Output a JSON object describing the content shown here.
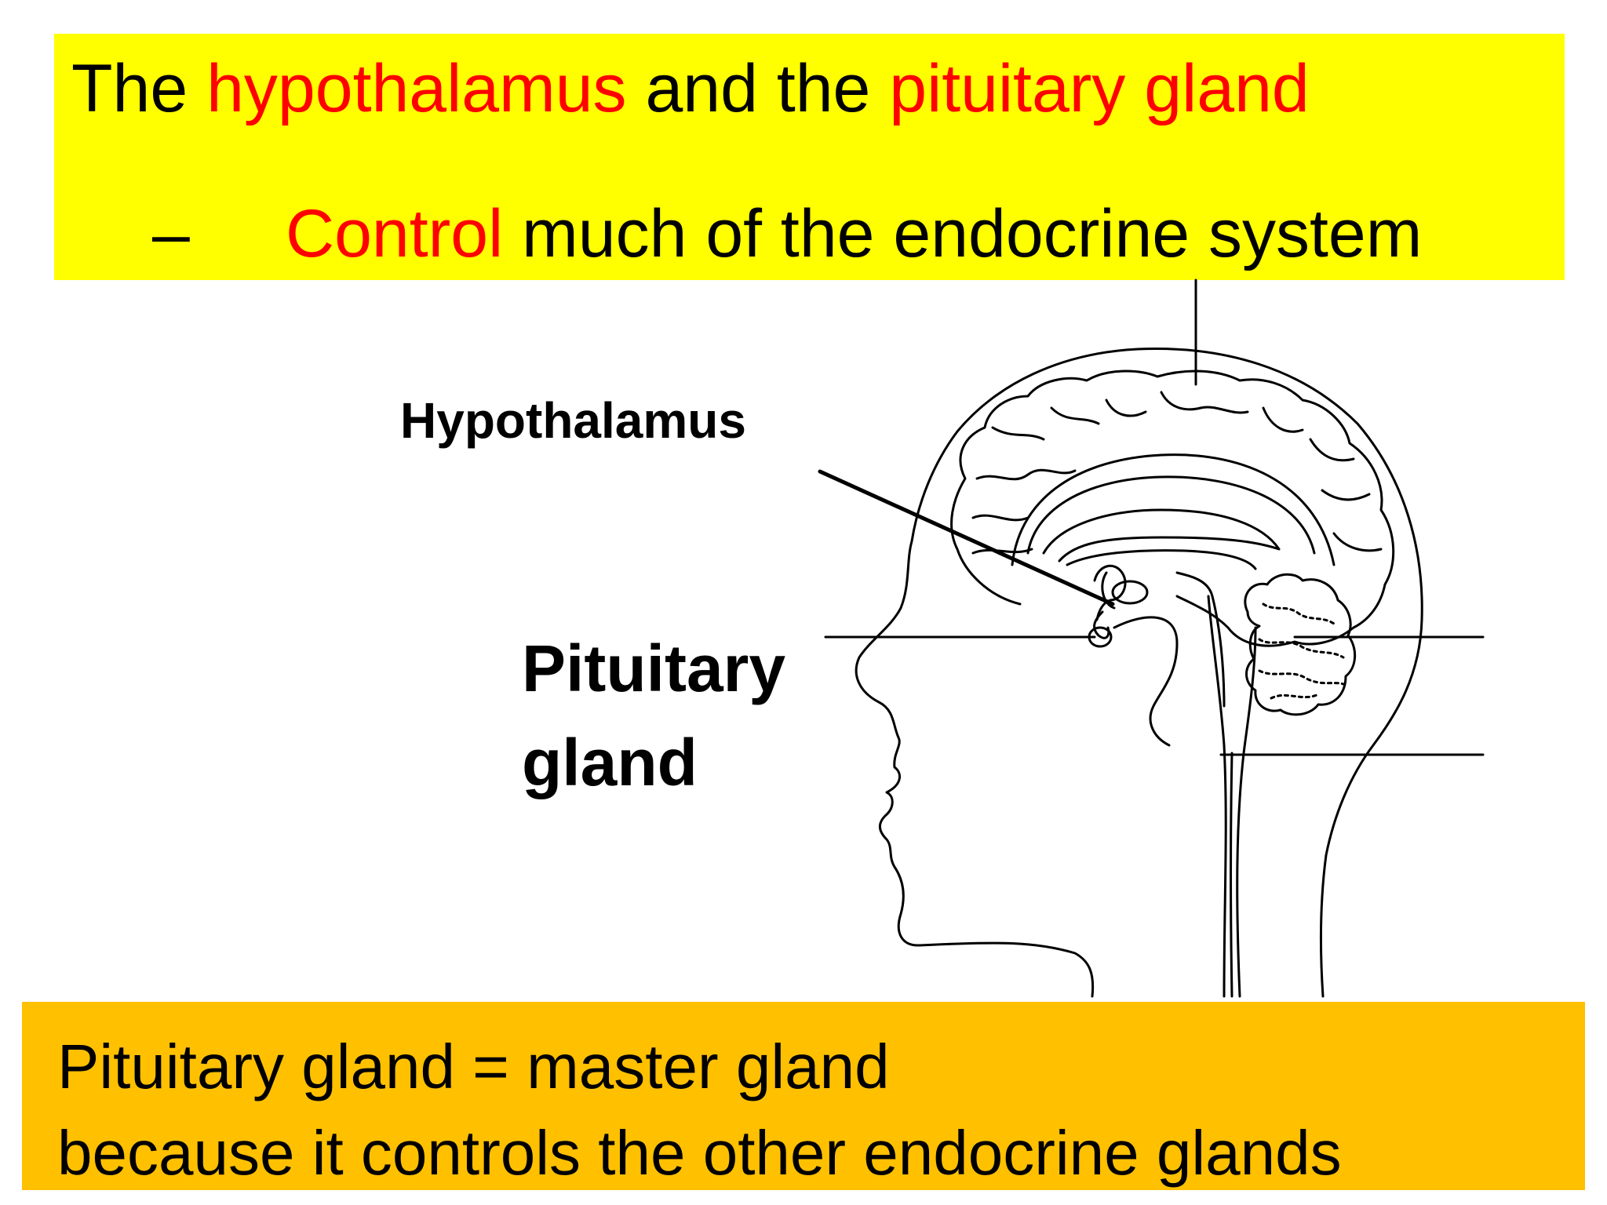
{
  "title": {
    "part1": "The ",
    "part2": "hypothalamus",
    "part3": " and the ",
    "part4": "pituitary gland"
  },
  "subtitle": {
    "dash": "–",
    "part1": "Control",
    "part2": " much of the endocrine system"
  },
  "labels": {
    "hypothalamus": "Hypothalamus",
    "pituitary_line1": "Pituitary",
    "pituitary_line2": "gland"
  },
  "summary": {
    "line1": "Pituitary gland = master gland",
    "line2": "because it controls the other endocrine glands"
  },
  "colors": {
    "title_bg": "#ffff00",
    "summary_bg": "#ffc000",
    "highlight": "#ff0000"
  }
}
